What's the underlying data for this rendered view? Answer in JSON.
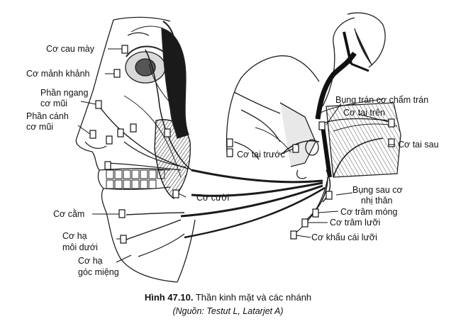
{
  "figure": {
    "caption_number": "Hình 47.10.",
    "caption_text": "Thần kinh mặt và các nhánh",
    "source": "(Nguồn: Testut L, Latarjet A)"
  },
  "labels": {
    "cau_may": "Cơ cau mày",
    "manh_khanh": "Cơ mảnh khảnh",
    "phan_ngang_1": "Phần ngang",
    "phan_ngang_2": "cơ mũi",
    "phan_canh_1": "Phần cánh",
    "phan_canh_2": "cơ mũi",
    "cuoi": "Cơ cười",
    "cam": "Cơ cằm",
    "ha_moi_1": "Cơ hạ",
    "ha_moi_2": "môi dưới",
    "ha_goc_1": "Cơ hạ",
    "ha_goc_2": "góc miệng",
    "bung_tran": "Bụng trán cơ chẩm trán",
    "tai_tren": "Cơ tai trên",
    "tai_sau": "Cơ tai sau",
    "tai_truoc": "Cơ tai trước",
    "bung_sau_1": "Bụng sau cơ",
    "bung_sau_2": "nhị thân",
    "tram_mong": "Cơ trâm móng",
    "tram_luoi": "Cơ trâm lưỡi",
    "khau_cai": "Cơ khẩu cái lưỡi"
  }
}
